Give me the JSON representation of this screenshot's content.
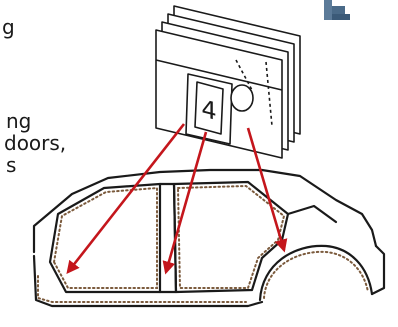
{
  "text_fragments": [
    "g",
    "ng",
    "doors,",
    "s"
  ],
  "sensor_display": "4",
  "colors": {
    "arrow": "#c4161c",
    "line": "#1a1a1a",
    "sealant": "#7b5a3c",
    "bolt": "#4a6a88"
  },
  "icons": [
    "bolt-icon"
  ]
}
